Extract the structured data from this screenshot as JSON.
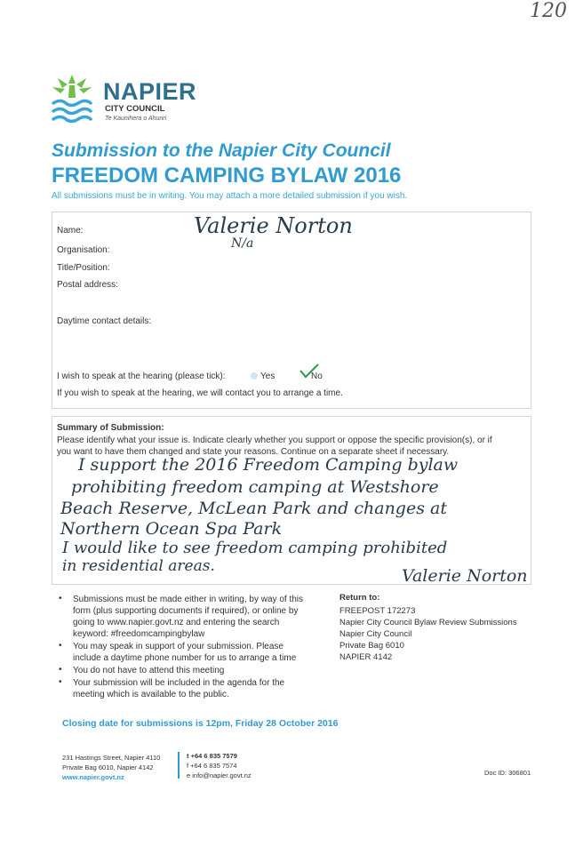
{
  "corner_mark": "120",
  "logo": {
    "name": "NAPIER",
    "sub": "CITY COUNCIL",
    "tagline": "Te Kaunihera o Ahuriri"
  },
  "header": {
    "title_line1": "Submission to the Napier City Council",
    "title_line2": "FREEDOM CAMPING BYLAW 2016",
    "instructions": "All submissions must be in writing. You may attach a more detailed submission if you wish."
  },
  "form": {
    "name_label": "Name:",
    "name_value": "Valerie Norton",
    "organisation_label": "Organisation:",
    "organisation_value": "N/a",
    "title_label": "Title/Position:",
    "postal_label": "Postal address:",
    "daytime_label": "Daytime contact details:",
    "hearing_label": "I wish to speak at the hearing (please tick):",
    "yes_label": "Yes",
    "no_label": "No",
    "hearing_note": "If you wish to speak at the hearing, we will contact you to arrange a time."
  },
  "summary": {
    "heading": "Summary of Submission:",
    "instruction_line1": "Please identify what your issue is. Indicate clearly whether you support or oppose the specific provision(s), or if",
    "instruction_line2": "you want to have them changed and state your reasons. Continue on a separate sheet if necessary.",
    "handwriting": [
      "I support the 2016 Freedom Camping bylaw",
      "prohibiting freedom camping at Westshore",
      "Beach Reserve, McLean Park and changes at",
      "Northern Ocean Spa Park",
      "I would like to see freedom camping prohibited",
      "in residential areas."
    ],
    "signature": "Valerie Norton"
  },
  "bullets": [
    "Submissions must be made either in writing, by way of this form (plus supporting documents if required), or online by going to www.napier.govt.nz and entering the search keyword: #freedomcampingbylaw",
    "You may speak in support of your submission. Please include a daytime phone number for us to arrange a time",
    "You do not have to attend this meeting",
    "Your submission will be included in the agenda for the meeting which is available to the public."
  ],
  "return_to": {
    "heading": "Return to:",
    "lines": [
      "FREEPOST 172273",
      "Napier City Council Bylaw Review Submissions",
      "Napier City Council",
      "Private Bag 6010",
      "NAPIER 4142"
    ]
  },
  "closing": "Closing date for submissions is 12pm, Friday 28 October 2016",
  "footer": {
    "address1": "231 Hastings Street, Napier 4110",
    "address2": "Private Bag 6010, Napier 4142",
    "website": "www.napier.govt.nz",
    "phone": "t +64 6 835 7579",
    "fax": "f +64 6 835 7574",
    "email": "e info@napier.govt.nz",
    "doc_id": "Doc ID: 306801"
  },
  "colors": {
    "brand_blue": "#2f9bd0",
    "logo_green": "#6fbf4a",
    "logo_teal": "#2e6f8e"
  }
}
